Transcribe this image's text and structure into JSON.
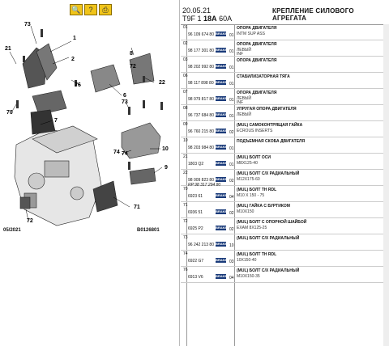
{
  "toolbar": {
    "icons": [
      "zoom-icon",
      "help-icon",
      "print-icon"
    ],
    "glyphs": [
      "🔍",
      "?",
      "⎙"
    ]
  },
  "diagram": {
    "callouts": [
      "73",
      "2",
      "21",
      "1",
      "76",
      "22",
      "6",
      "70",
      "73",
      "8",
      "72",
      "74",
      "7",
      "10",
      "71",
      "72",
      "9",
      "74"
    ],
    "footer_left": "05/2021",
    "footer_right": "B0126801"
  },
  "header": {
    "date": "20.05.21",
    "code_prefix": "T9F 1",
    "code_bold": "18A",
    "code_suffix": "60A",
    "title": "КРЕПЛЕНИЕ СИЛОВОГО АГРЕГАТА"
  },
  "badge_text": "BRAKE",
  "rows": [
    {
      "num": "01",
      "pn": "96 109 674 80",
      "qty": "01",
      "desc": "ОПОРА ДВИГАТЕЛЯ",
      "sub": "INTM SUP ASS",
      "sub2": ""
    },
    {
      "num": "02",
      "pn": "98 177 301 80",
      "qty": "01",
      "desc": "ОПОРА ДВИГАТЕЛЯ",
      "sub": "ЛЕВЫЙ",
      "sub2": "INF"
    },
    {
      "num": "03",
      "pn": "98 202 992 80",
      "qty": "01",
      "desc": "ОПОРА ДВИГАТЕЛЯ",
      "sub": "",
      "sub2": ""
    },
    {
      "num": "06",
      "pn": "98 117 898 80",
      "qty": "01",
      "desc": "СТАБИЛИЗАТОРНАЯ ТЯГА",
      "sub": "",
      "sub2": ""
    },
    {
      "num": "07",
      "pn": "98 079 817 80",
      "qty": "01",
      "desc": "ОПОРА ДВИГАТЕЛЯ",
      "sub": "ЛЕВЫЙ",
      "sub2": "INF"
    },
    {
      "num": "08",
      "pn": "96 737 684 80",
      "qty": "01",
      "desc": "УПРУГАЯ ОПОРА ДВИГАТЕЛЯ",
      "sub": "ЛЕВЫЙ",
      "sub2": ""
    },
    {
      "num": "09",
      "pn": "96 760 215 80",
      "qty": "02",
      "desc": "(MUL) САМОКОНТРЯЩАЯ ГАЙКА",
      "sub": "ECROUS INSERTS",
      "sub2": ""
    },
    {
      "num": "10",
      "pn": "98 203 984 80",
      "qty": "01",
      "desc": "ПОДЪЕМНАЯ СКОБА ДВИГАТЕЛЯ",
      "sub": "",
      "sub2": ""
    },
    {
      "num": "21",
      "pn": "1803 Q2",
      "qty": "01",
      "desc": "(MUL) БОЛТ ОСИ",
      "sub": "M8X125-40",
      "sub2": ""
    },
    {
      "num": "22",
      "pn": "98 009 823 80",
      "qty": "02",
      "desc": "(MUL) БОЛТ С/Х РАДИАЛЬНЫЙ",
      "sub": "M12X175-60",
      "sub2": "",
      "pn2": "RP 98 317 294 80"
    },
    {
      "num": "70",
      "pn": "6923 61",
      "qty": "04",
      "desc": "(MUL) БОЛТ TH RDL",
      "sub": "M10 X 150 - 75",
      "sub2": ""
    },
    {
      "num": "71",
      "pn": "6936 51",
      "qty": "02",
      "desc": "(MUL) ГАЙКА С БУРТИКОМ",
      "sub": "M10X150",
      "sub2": ""
    },
    {
      "num": "72",
      "pn": "6925 P2",
      "qty": "02",
      "desc": "(MUL) БОЛТ С ОПОРНОЙ ШАЙБОЙ",
      "sub": "EXAM 8X125-25",
      "sub2": ""
    },
    {
      "num": "73",
      "pn": "96 242 213 80",
      "qty": "10",
      "desc": "(MUL) БОЛТ С/Х РАДИАЛЬНЫЙ",
      "sub": "",
      "sub2": ""
    },
    {
      "num": "74",
      "pn": "6922 G7",
      "qty": "03",
      "desc": "(MUL) БОЛТ TH RDL",
      "sub": "10X150-40",
      "sub2": ""
    },
    {
      "num": "76",
      "pn": "6913 V6",
      "qty": "04",
      "desc": "(MUL) БОЛТ С/Х РАДИАЛЬНЫЙ",
      "sub": "M10X150-35",
      "sub2": ""
    }
  ]
}
